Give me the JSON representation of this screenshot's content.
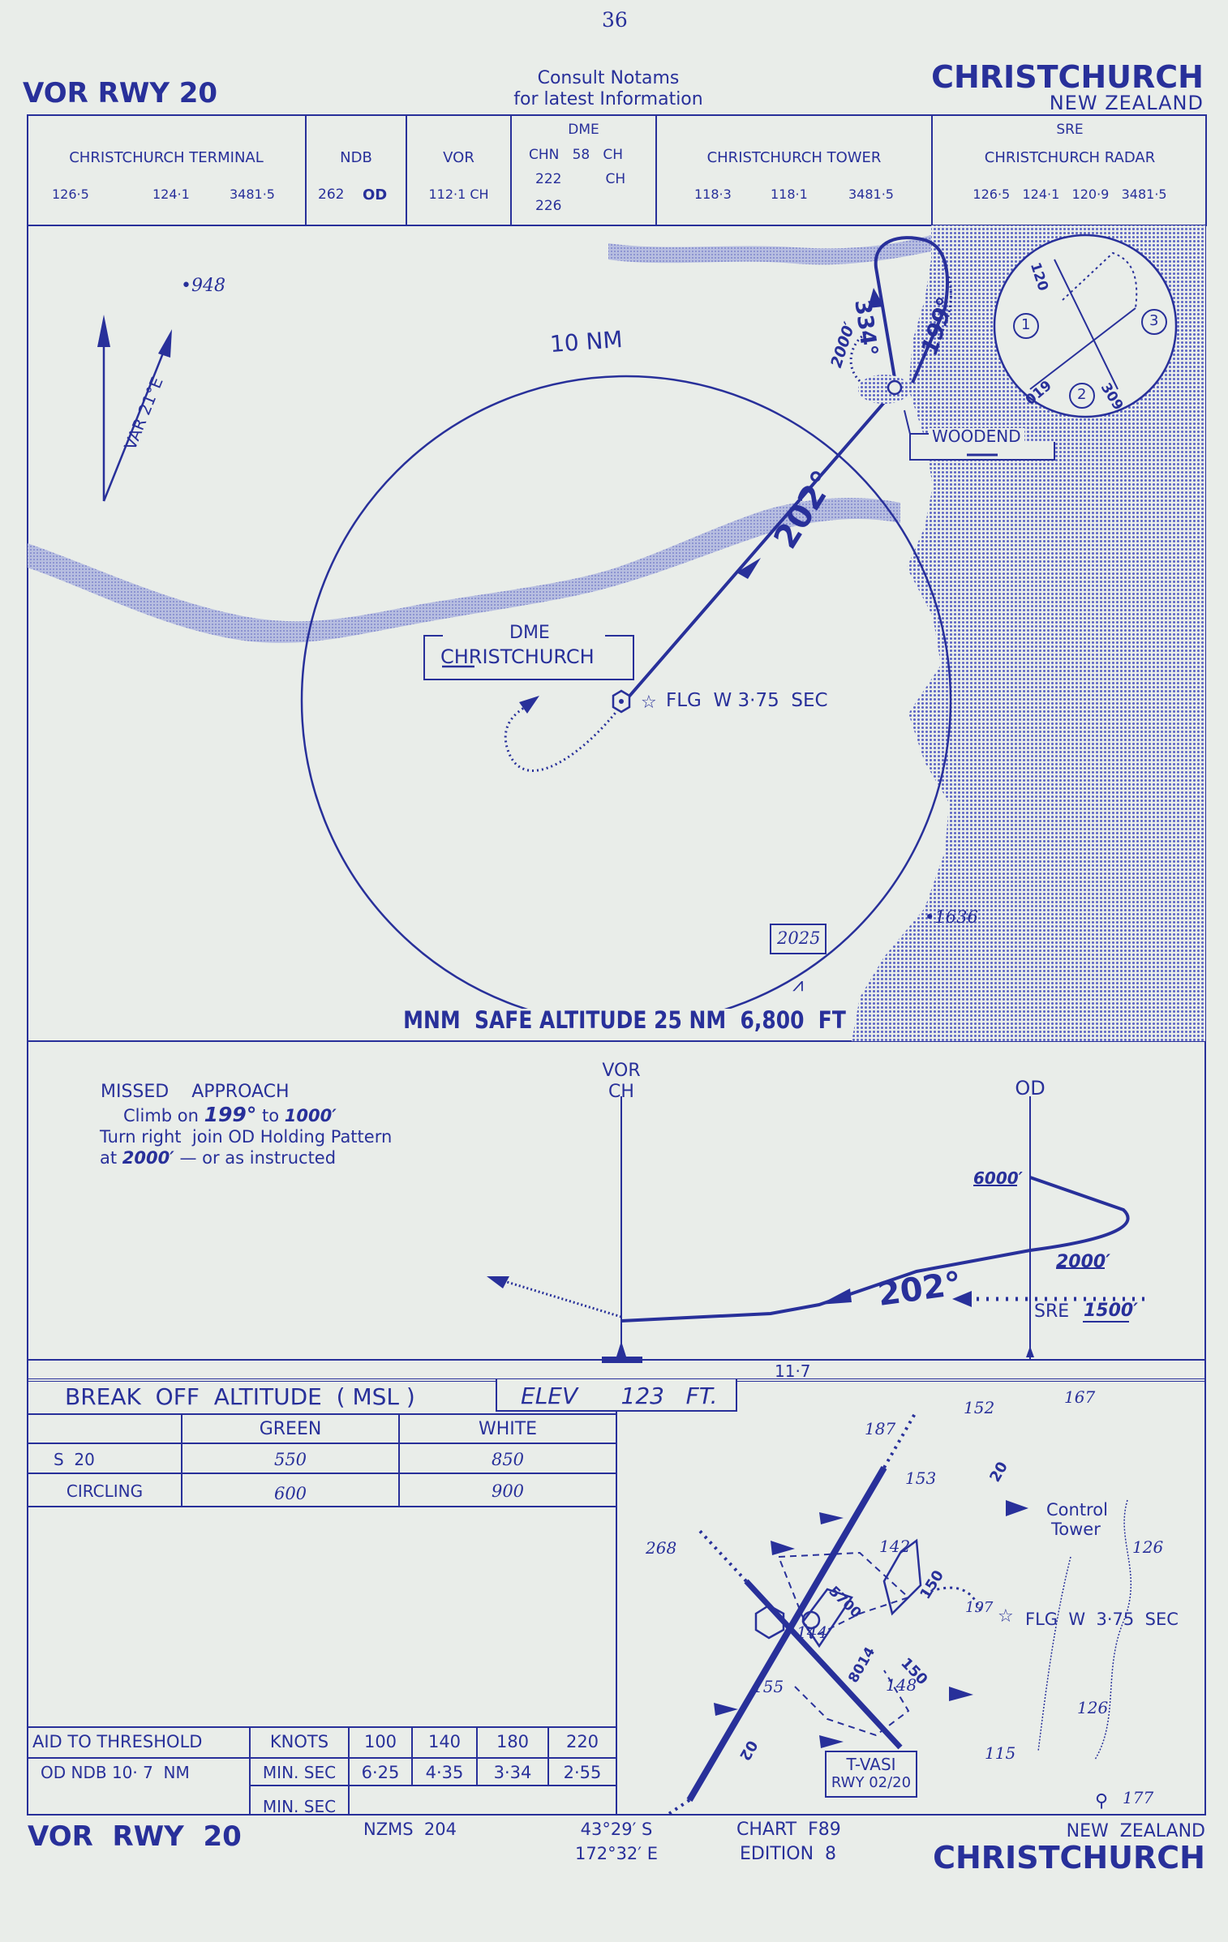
{
  "page_number": "36",
  "header": {
    "procedure": "VOR  RWY 20",
    "notice_line1": "Consult  Notams",
    "notice_line2": "for  latest  Information",
    "city": "CHRISTCHURCH",
    "country": "NEW ZEALAND"
  },
  "comms": {
    "terminal_label": "CHRISTCHURCH TERMINAL",
    "terminal_freqs": [
      "126·5",
      "124·1",
      "3481·5"
    ],
    "ndb_label": "NDB",
    "ndb_freq": "262",
    "ndb_ident": "OD",
    "vor_label": "VOR",
    "vor_freq": "112·1  CH",
    "dme_label": "DME",
    "dme_line1": "CHN   58   CH",
    "dme_line2": "222          CH",
    "dme_line3": "226",
    "tower_label": "CHRISTCHURCH TOWER",
    "tower_freqs": [
      "118·3",
      "118·1",
      "3481·5"
    ],
    "sre_label": "SRE",
    "radar_label": "CHRISTCHURCH RADAR",
    "radar_freqs": "126·5   124·1   120·9   3481·5"
  },
  "plan": {
    "elev_948": "•948",
    "var": "VAR  21°E",
    "ring": "10 NM",
    "hold_alt": "2000′",
    "hold_in": "334°",
    "hold_out": "199°",
    "woodend": "WOODEND",
    "course": "202°",
    "dme_title": "DME",
    "dme_name": "CHRISTCHURCH",
    "flg": "FLG  W 3·75  SEC",
    "elev_1636": "•1636",
    "obstacle_2025": "2025",
    "msa": "MNM  SAFE ALTITUDE 25 NM  6,800  FT",
    "inset": {
      "n120": "120",
      "n019": "019",
      "n309": "309",
      "c1": "1",
      "c2": "2",
      "c3": "3"
    }
  },
  "profile": {
    "ma_title": "MISSED    APPROACH",
    "ma_line1_a": "Climb on ",
    "ma_line1_b": "199°",
    "ma_line1_c": " to ",
    "ma_line1_d": "1000′",
    "ma_line2": "Turn right  join OD Holding Pattern",
    "ma_line3_a": "at ",
    "ma_line3_b": "2000′",
    "ma_line3_c": " — or  as instructed",
    "vor": "VOR",
    "ch": "CH",
    "od": "OD",
    "alt_6000": "6000′",
    "alt_2000": "2000′",
    "sre": "SRE",
    "alt_1500": "1500′",
    "course": "202°",
    "dist": "11·7"
  },
  "minima": {
    "title": "BREAK  OFF  ALTITUDE  ( MSL )",
    "elev": "ELEV      123   FT.",
    "col_green": "GREEN",
    "col_white": "WHITE",
    "rows": [
      {
        "label": "S  20",
        "green": "550",
        "white": "850"
      },
      {
        "label": "CIRCLING",
        "green": "600",
        "white": "900"
      }
    ]
  },
  "timing": {
    "aid_label": "AID TO THRESHOLD",
    "knots_label": "KNOTS",
    "speeds": [
      "100",
      "140",
      "180",
      "220"
    ],
    "od_label": "OD NDB 10· 7  NM",
    "minsec_label": "MIN. SEC",
    "times": [
      "6·25",
      "4·35",
      "3·34",
      "2·55"
    ],
    "minsec2_label": "MIN. SEC"
  },
  "airport": {
    "e187": "187",
    "e152": "152",
    "e167": "167",
    "e153": "153",
    "e268": "268",
    "e142": "142",
    "e144": "144",
    "e155": "155",
    "e148": "148",
    "e197": "197",
    "e126a": "126",
    "e126b": "126",
    "e115": "115",
    "e177": "177",
    "rwy150a": "150",
    "rwy150b": "150",
    "len5700": "5700",
    "len8014": "8014",
    "rwy02": "02",
    "rwy20": "20",
    "control": "Control",
    "tower": "Tower",
    "flg": "FLG  W  3·75  SEC",
    "tvasi1": "T-VASI",
    "tvasi2": "RWY 02/20"
  },
  "footer": {
    "procedure": "VOR  RWY  20",
    "map": "NZMS  204",
    "lat": "43°29′ S",
    "lon": "172°32′ E",
    "chart": "CHART  F89",
    "edition": "EDITION  8",
    "country": "NEW  ZEALAND",
    "city": "CHRISTCHURCH"
  }
}
